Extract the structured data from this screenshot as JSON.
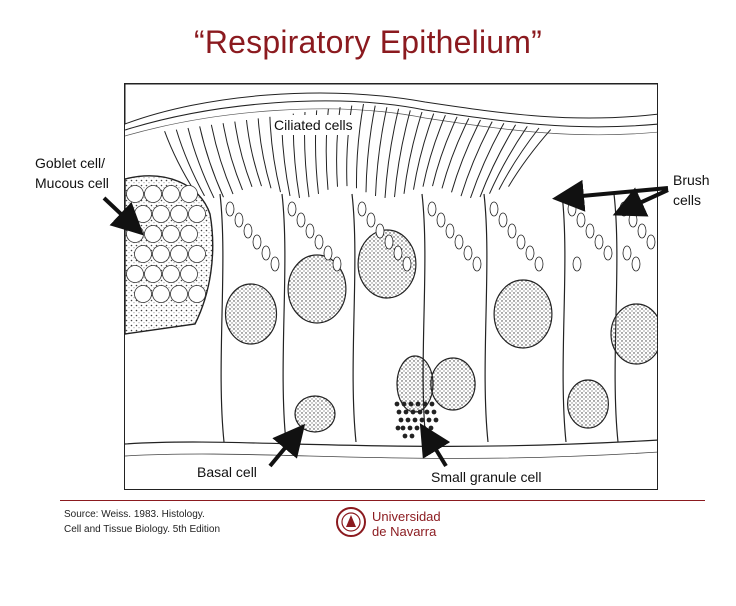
{
  "title": "“Respiratory Epithelium”",
  "labels": {
    "ciliated": "Ciliated cells",
    "goblet_line1": "Goblet cell/",
    "goblet_line2": "Mucous cell",
    "brush_line1": "Brush",
    "brush_line2": "cells",
    "basal": "Basal cell",
    "small_granule": "Small granule cell"
  },
  "source": {
    "line1": "Source: Weiss. 1983. Histology.",
    "line2": "Cell and Tissue Biology. 5th Edition"
  },
  "logo": {
    "line1": "Universidad",
    "line2": "de Navarra"
  },
  "colors": {
    "brand": "#8b1a1f",
    "ink": "#111111"
  }
}
